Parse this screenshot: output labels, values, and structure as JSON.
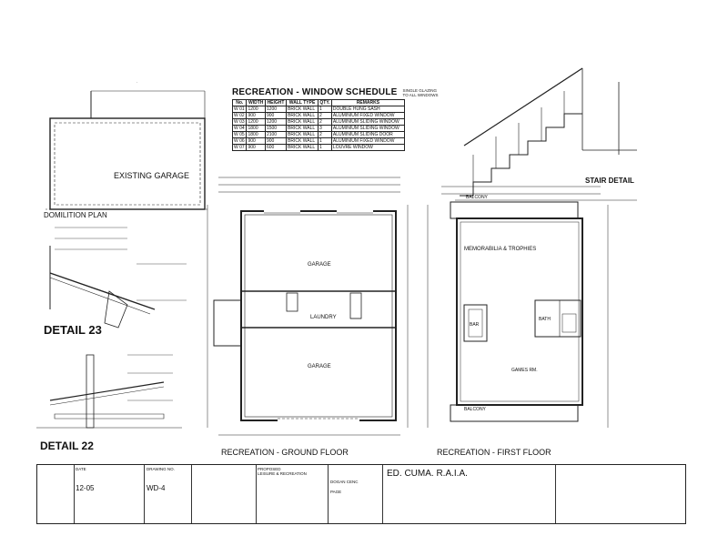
{
  "titles": {
    "demolition": "DOMILITION PLAN",
    "existing_garage": "EXISTING GARAGE",
    "window_schedule": "RECREATION - WINDOW SCHEDULE",
    "schedule_note": "SINGLE GLAZING TO ALL WINDOWS",
    "stair_detail": "STAIR DETAIL",
    "detail_23": "DETAIL 23",
    "detail_22": "DETAIL 22",
    "ground_floor": "RECREATION - GROUND FLOOR",
    "first_floor": "RECREATION - FIRST FLOOR"
  },
  "schedule": {
    "headers": [
      "No.",
      "WIDTH",
      "HEIGHT",
      "WALL TYPE",
      "QTY.",
      "REMARKS"
    ],
    "rows": [
      [
        "W 01",
        "1200",
        "1200",
        "BRICK WALL",
        "1",
        "DOUBLE HUNG SASH"
      ],
      [
        "W 02",
        "900",
        "900",
        "BRICK WALL",
        "2",
        "ALUMINIUM FIXED WINDOW"
      ],
      [
        "W 03",
        "1200",
        "1200",
        "BRICK WALL",
        "2",
        "ALUMINIUM SLIDING WINDOW"
      ],
      [
        "W 04",
        "1800",
        "1500",
        "BRICK WALL",
        "3",
        "ALUMINIUM SLIDING WINDOW"
      ],
      [
        "W 05",
        "1800",
        "2100",
        "BRICK WALL",
        "2",
        "ALUMINIUM SLIDING DOOR"
      ],
      [
        "W 06",
        "900",
        "900",
        "BRICK WALL",
        "1",
        "ALUMINIUM FIXED WINDOW"
      ],
      [
        "W 07",
        "900",
        "600",
        "BRICK WALL",
        "1",
        "LOUVRE WINDOW"
      ]
    ]
  },
  "ground_rooms": {
    "garage_top": "GARAGE",
    "laundry": "LAUNDRY",
    "garage_bottom": "GARAGE"
  },
  "first_rooms": {
    "balcony_top": "BALCONY",
    "memorabilia": "MEMORABILIA & TROPHIES",
    "bar": "BAR",
    "bath": "BATH",
    "games": "GAMES RM.",
    "balcony_bottom": "BALCONY"
  },
  "titleblock": {
    "date_label": "DATE",
    "date": "12-05",
    "drawing_no_label": "DRAWING NO.",
    "drawing_no": "WD-4",
    "project_label": "PROPOSED",
    "project": "LEISURE & RECREATION",
    "drawn_by": "DOGAN CENC",
    "page_label": "PAGE",
    "firm": "ED. CUMA. R.A.I.A."
  }
}
